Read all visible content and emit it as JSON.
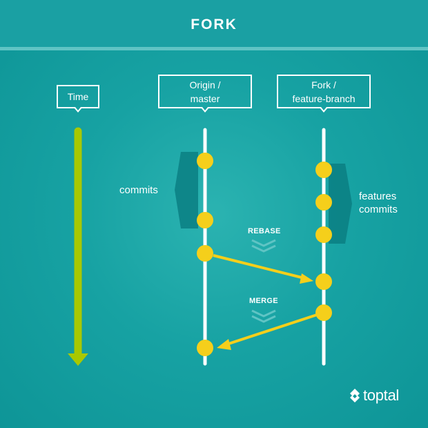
{
  "header": {
    "title": "FORK"
  },
  "boxes": {
    "time": {
      "label": "Time"
    },
    "origin": {
      "line1": "Origin /",
      "line2": "master"
    },
    "fork": {
      "line1": "Fork /",
      "line2": "feature-branch"
    }
  },
  "annotations": {
    "commits": "commits",
    "features_line1": "features",
    "features_line2": "commits",
    "rebase": "REBASE",
    "merge": "MERGE"
  },
  "logo": {
    "text": "toptal"
  },
  "colors": {
    "background": "#17a2a3",
    "commit": "#f5cf1b",
    "arrow": "#f5cf1b",
    "time_arrow": "#a8c800",
    "line": "#ffffff"
  }
}
